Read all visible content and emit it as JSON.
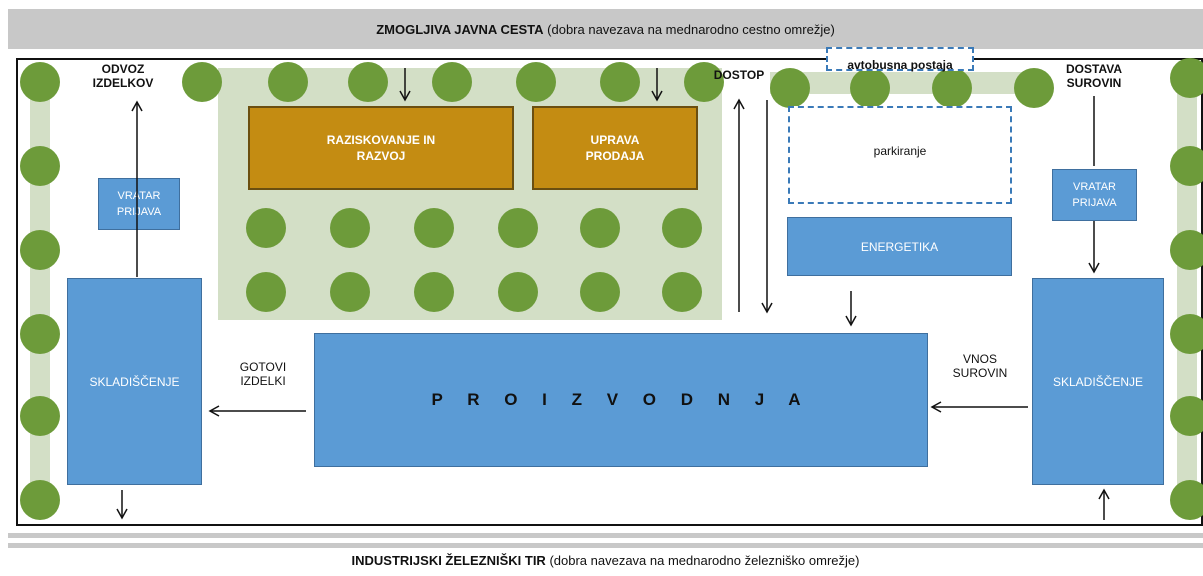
{
  "road": {
    "bold": "ZMOGLJIVA JAVNA CESTA",
    "normal": " (dobra navezava na mednarodno cestno omrežje)"
  },
  "railway": {
    "bold": "INDUSTRIJSKI ŽELEZNIŠKI TIR",
    "normal": " (dobra navezava na mednarodno železniško omrežje)"
  },
  "labels": {
    "product_dispatch": "ODVOZ IZDELKOV",
    "raw_delivery": "DOSTAVA SUROVIN",
    "access": "DOSTOP",
    "bus_stop": "avtobusna postaja",
    "parking": "parkiranje",
    "finished_goods": "GOTOVI IZDELKI",
    "raw_input": "VNOS SUROVIN"
  },
  "buildings": {
    "rnd": "RAZISKOVANJE IN RAZVOJ",
    "management": "UPRAVA PRODAJA",
    "gate_left": "VRATAR PRIJAVA",
    "gate_right": "VRATAR PRIJAVA",
    "energy": "ENERGETIKA",
    "storage_left": "SKLADIŠČENJE",
    "storage_right": "SKLADIŠČENJE",
    "production": "P R O I Z V O D N J A"
  },
  "colors": {
    "building": "#5b9bd5",
    "office": "#c48c12",
    "greenery": "#d3dfc6",
    "tree": "#6d9b3a",
    "road": "#c8c8c8"
  }
}
